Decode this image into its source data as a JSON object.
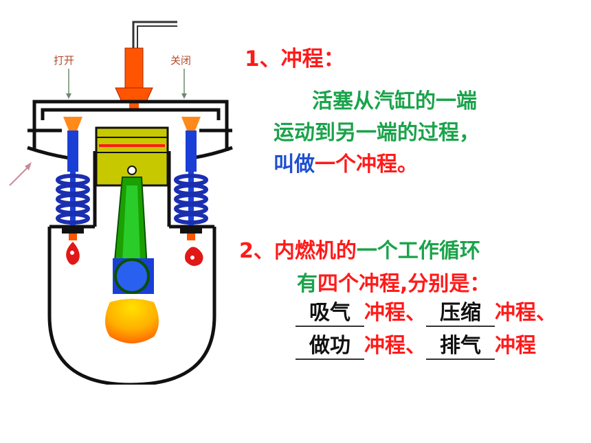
{
  "diagram": {
    "label_open": "打开",
    "label_close": "关闭"
  },
  "section1": {
    "heading_num": "1、",
    "heading_text": "冲程：",
    "line1": "活塞从汽缸的一端",
    "line2": "运动到另一端的过程，",
    "line3_part1": "叫做",
    "line3_part2": "一个冲程。"
  },
  "section2": {
    "heading_num": "2、",
    "heading_part1": "内燃机的",
    "heading_part2": "一个工作循环",
    "line2_part1": "有",
    "line2_part2": "四个冲程",
    "line2_part3": ",分别是：",
    "answer1": "吸气",
    "suffix1": "冲程、",
    "answer2": "压缩",
    "suffix2": "冲程、",
    "answer3": "做功",
    "suffix3": "冲程、",
    "answer4": "排气",
    "suffix4": "冲程"
  },
  "colors": {
    "red": "#ff1a1a",
    "green": "#1aa34a",
    "blue": "#1f4fd1",
    "piston_yellow": "#cccc00",
    "valve_blue": "#1a3fd6",
    "spring_blue": "#1a2fb0",
    "plug_orange": "#ff5500"
  }
}
